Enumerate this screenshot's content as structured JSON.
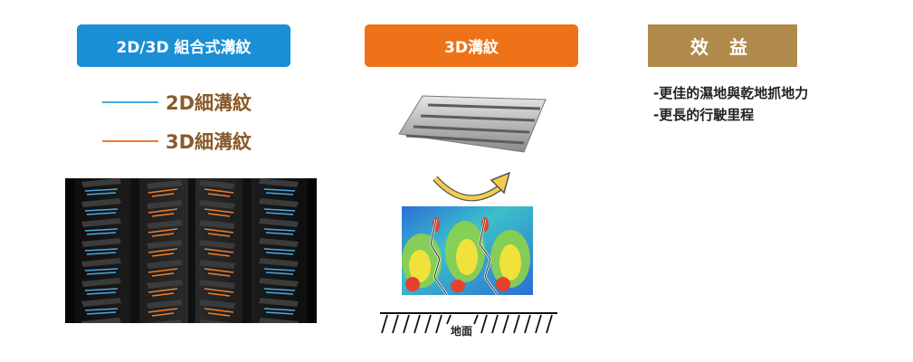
{
  "headers": {
    "left": "2D/3D 組合式溝紋",
    "middle": "3D溝紋",
    "right": "效 益"
  },
  "legend": {
    "item_2d": "2D細溝紋",
    "item_3d": "3D細溝紋",
    "color_2d": "#4aa7e0",
    "color_3d": "#ef7c2e"
  },
  "benefits": [
    "-更佳的濕地與乾地抓地力",
    "-更長的行駛里程"
  ],
  "diagram": {
    "ground_label": "地面"
  },
  "colors": {
    "blue_header": "#1a8fd6",
    "orange_header": "#ee7318",
    "gold_header": "#b08a4a"
  }
}
